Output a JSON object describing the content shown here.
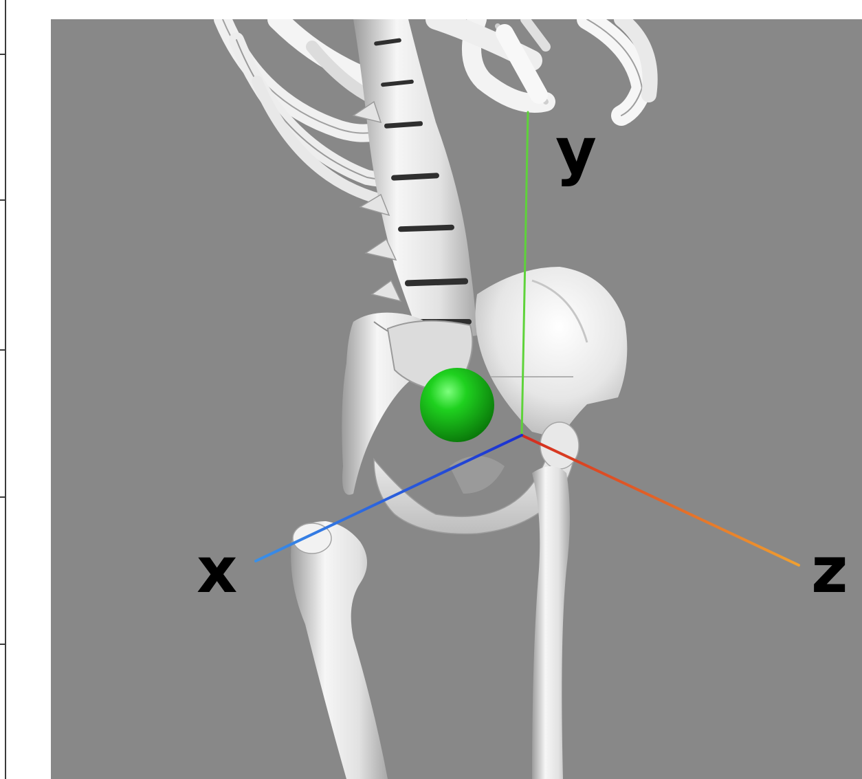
{
  "scene": {
    "background_color": "#888888",
    "center_of_mass_marker": {
      "shape": "sphere",
      "color": "#19c019"
    },
    "axes": {
      "x": {
        "label": "x",
        "color": "#1f4fd6"
      },
      "y": {
        "label": "y",
        "color": "#5ed33a"
      },
      "z": {
        "label": "z",
        "color": "#d94a2a"
      }
    }
  }
}
